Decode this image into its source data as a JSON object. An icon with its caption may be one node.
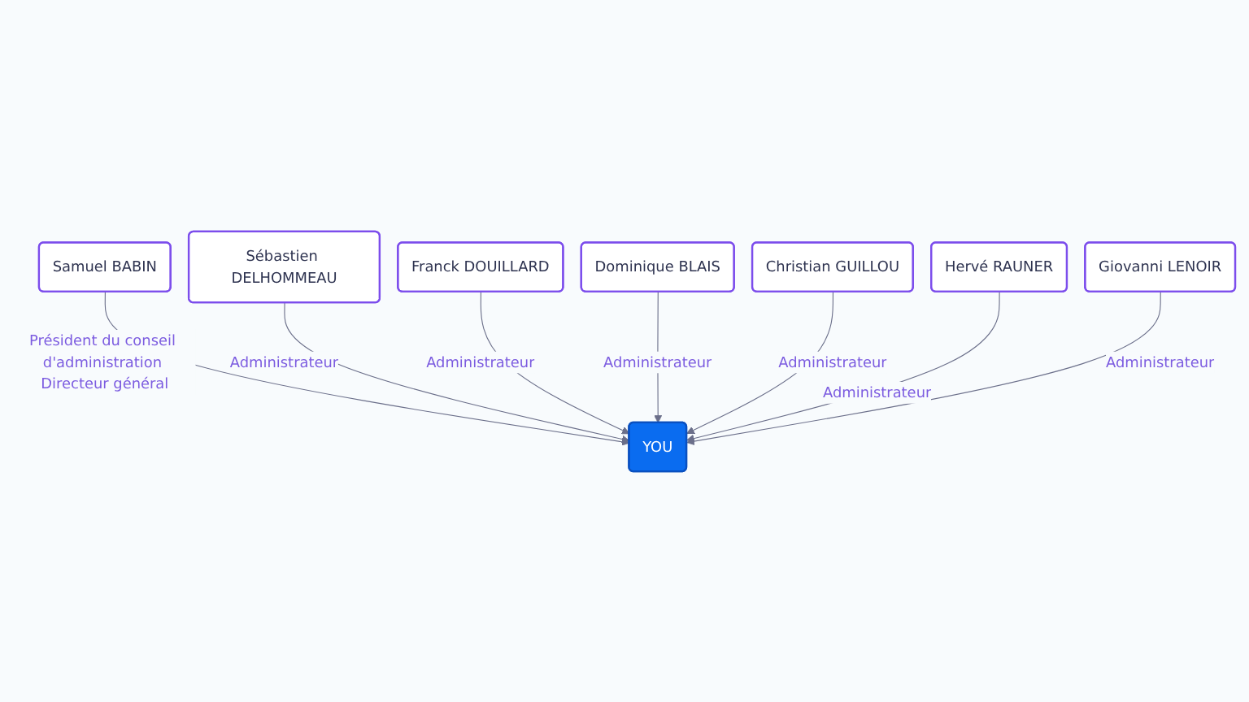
{
  "diagram": {
    "nodes": [
      {
        "text": [
          "Samuel BABIN"
        ]
      },
      {
        "text": [
          "Sébastien DELHOMMEAU"
        ]
      },
      {
        "text": [
          "Franck DOUILLARD"
        ]
      },
      {
        "text": [
          "YOU"
        ]
      },
      {
        "text": [
          "Dominique BLAIS"
        ]
      },
      {
        "text": [
          "Christian GUILLOU"
        ]
      },
      {
        "text": [
          "Hervé RAUNER"
        ]
      },
      {
        "text": [
          "Giovanni LENOIR"
        ]
      }
    ],
    "edges": [
      {
        "from": 0,
        "to": 3,
        "arrow": "to",
        "label": "Président du conseil d'administration Directeur général"
      },
      {
        "from": 1,
        "to": 3,
        "arrow": "to",
        "label": "Administrateur"
      },
      {
        "from": 2,
        "to": 3,
        "arrow": "to",
        "label": "Administrateur"
      },
      {
        "from": 4,
        "to": 3,
        "arrow": "to",
        "label": "Administrateur"
      },
      {
        "from": 5,
        "to": 3,
        "arrow": "to",
        "label": "Administrateur"
      },
      {
        "from": 6,
        "to": 3,
        "arrow": "to",
        "label": "Administrateur"
      },
      {
        "from": 7,
        "to": 3,
        "arrow": "to",
        "label": "Administrateur"
      }
    ]
  }
}
